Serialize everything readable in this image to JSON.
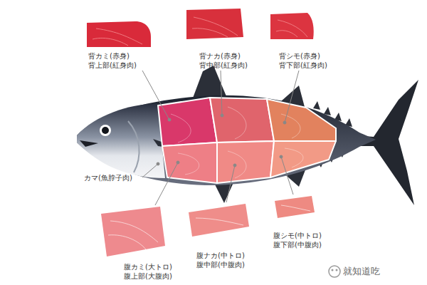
{
  "diagram": {
    "labels": [
      "背カミ(赤身)",
      "背上部(紅身肉)",
      "背ナカ(赤身)",
      "背中部(紅身肉)",
      "背シモ(赤身)",
      "背下部(紅身肉)",
      "カマ(魚脖子肉)",
      "腹カミ(大トロ)",
      "腹上部(大腹肉)",
      "腹ナカ(中トロ)",
      "腹中部(中腹肉)",
      "腹シモ(中トロ)",
      "腹下部(中腹肉)",
      "就知道吃"
    ]
  }
}
